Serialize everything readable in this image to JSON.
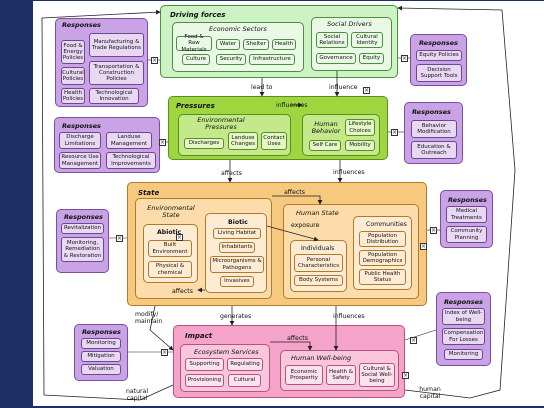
{
  "driving_forces": {
    "title": "Driving forces",
    "economic": {
      "title": "Economic Sectors",
      "items": [
        "Food & Raw Materials",
        "Water",
        "Shelter",
        "Health",
        "Culture",
        "Security",
        "Infrastructure"
      ]
    },
    "social": {
      "title": "Social Drivers",
      "items": [
        "Social Relations",
        "Cultural Identity",
        "Governance",
        "Equity"
      ]
    }
  },
  "pressures": {
    "title": "Pressures",
    "environmental": {
      "title": "Environmental Pressures",
      "items": [
        "Discharges",
        "Landuse Changes",
        "Contact Uses"
      ]
    },
    "human_behavior": {
      "title": "Human Behavior",
      "items": [
        "Lifestyle Choices",
        "Self Care",
        "Mobility"
      ]
    }
  },
  "state": {
    "title": "State",
    "environmental": {
      "title": "Environmental State",
      "abiotic": {
        "title": "Abiotic",
        "items": [
          "Built Environment",
          "Physical & chemical"
        ]
      },
      "biotic": {
        "title": "Biotic",
        "items": [
          "Living Habitat",
          "Inhabitants",
          "Microorganisms & Pathogens",
          "Invasives"
        ]
      }
    },
    "human": {
      "title": "Human State",
      "individuals": {
        "title": "Individuals",
        "items": [
          "Personal Characteristics",
          "Body Systems"
        ]
      },
      "communities": {
        "title": "Communities",
        "items": [
          "Population Distribution",
          "Population Demographics",
          "Public Health Status"
        ]
      }
    }
  },
  "impact": {
    "title": "Impact",
    "ecosystem": {
      "title": "Ecosystem Services",
      "items": [
        "Supporting",
        "Regulating",
        "Provisioning",
        "Cultural"
      ]
    },
    "wellbeing": {
      "title": "Human Well-being",
      "items": [
        "Economic Prosperity",
        "Health & Safety",
        "Cultural & Social Well-being"
      ]
    }
  },
  "responses": {
    "title": "Responses",
    "drivers_left": [
      "Food & Energy Policies",
      "Manufacturing & Trade Regulations",
      "Cultural Policies",
      "Transportation & Construction Policies",
      "Health Policies",
      "Technological Innovation"
    ],
    "drivers_right": [
      "Equity Policies",
      "Decision Support Tools"
    ],
    "pressures_left": [
      "Discharge Limitations",
      "Landuse Management",
      "Resource Use Management",
      "Technological Improvements"
    ],
    "pressures_right": [
      "Behavior Modification",
      "Education & Outreach"
    ],
    "state_left": [
      "Revitalization",
      "Monitoring, Remediation & Restoration"
    ],
    "state_right": [
      "Medical Treatments",
      "Community Planning"
    ],
    "impact_left": [
      "Monitoring",
      "Mitigation",
      "Valuation"
    ],
    "impact_right": [
      "Index of Well-being",
      "Compensation For Losses",
      "Monitoring"
    ]
  },
  "links": {
    "lead_to": "lead to",
    "influence": "influence",
    "influences": "influences",
    "affects": "affects",
    "exposure": "exposure",
    "generates": "generates",
    "modify_maintain": "modify/ maintain",
    "natural_capital": "natural capital",
    "human_capital": "human capital"
  }
}
